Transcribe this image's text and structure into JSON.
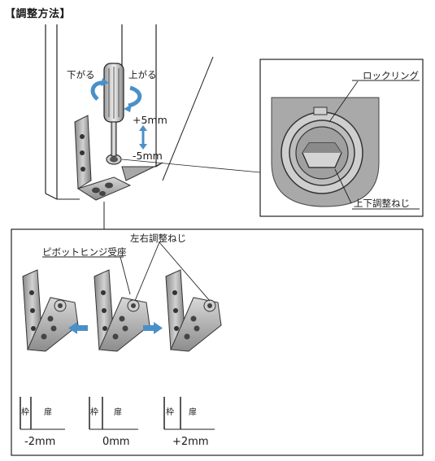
{
  "title": "【調整方法】",
  "top_view": {
    "down_label": "下がる",
    "up_label": "上がる",
    "plus_label": "+5mm",
    "minus_label": "-5mm"
  },
  "detail": {
    "lock_ring_label": "ロックリング",
    "updown_screw_label": "上下調整ねじ"
  },
  "bottom": {
    "lr_screw_label": "左右調整ねじ",
    "pivot_label": "ピボットヒンジ受座",
    "frame_label": "枠",
    "door_label": "扉",
    "positions": [
      "-2mm",
      "0mm",
      "+2mm"
    ]
  },
  "colors": {
    "arrow_blue": "#4a90c8",
    "metal_dark": "#6e6e6e",
    "metal_light": "#bdbdbd",
    "detail_bg": "#a9a9a9"
  }
}
